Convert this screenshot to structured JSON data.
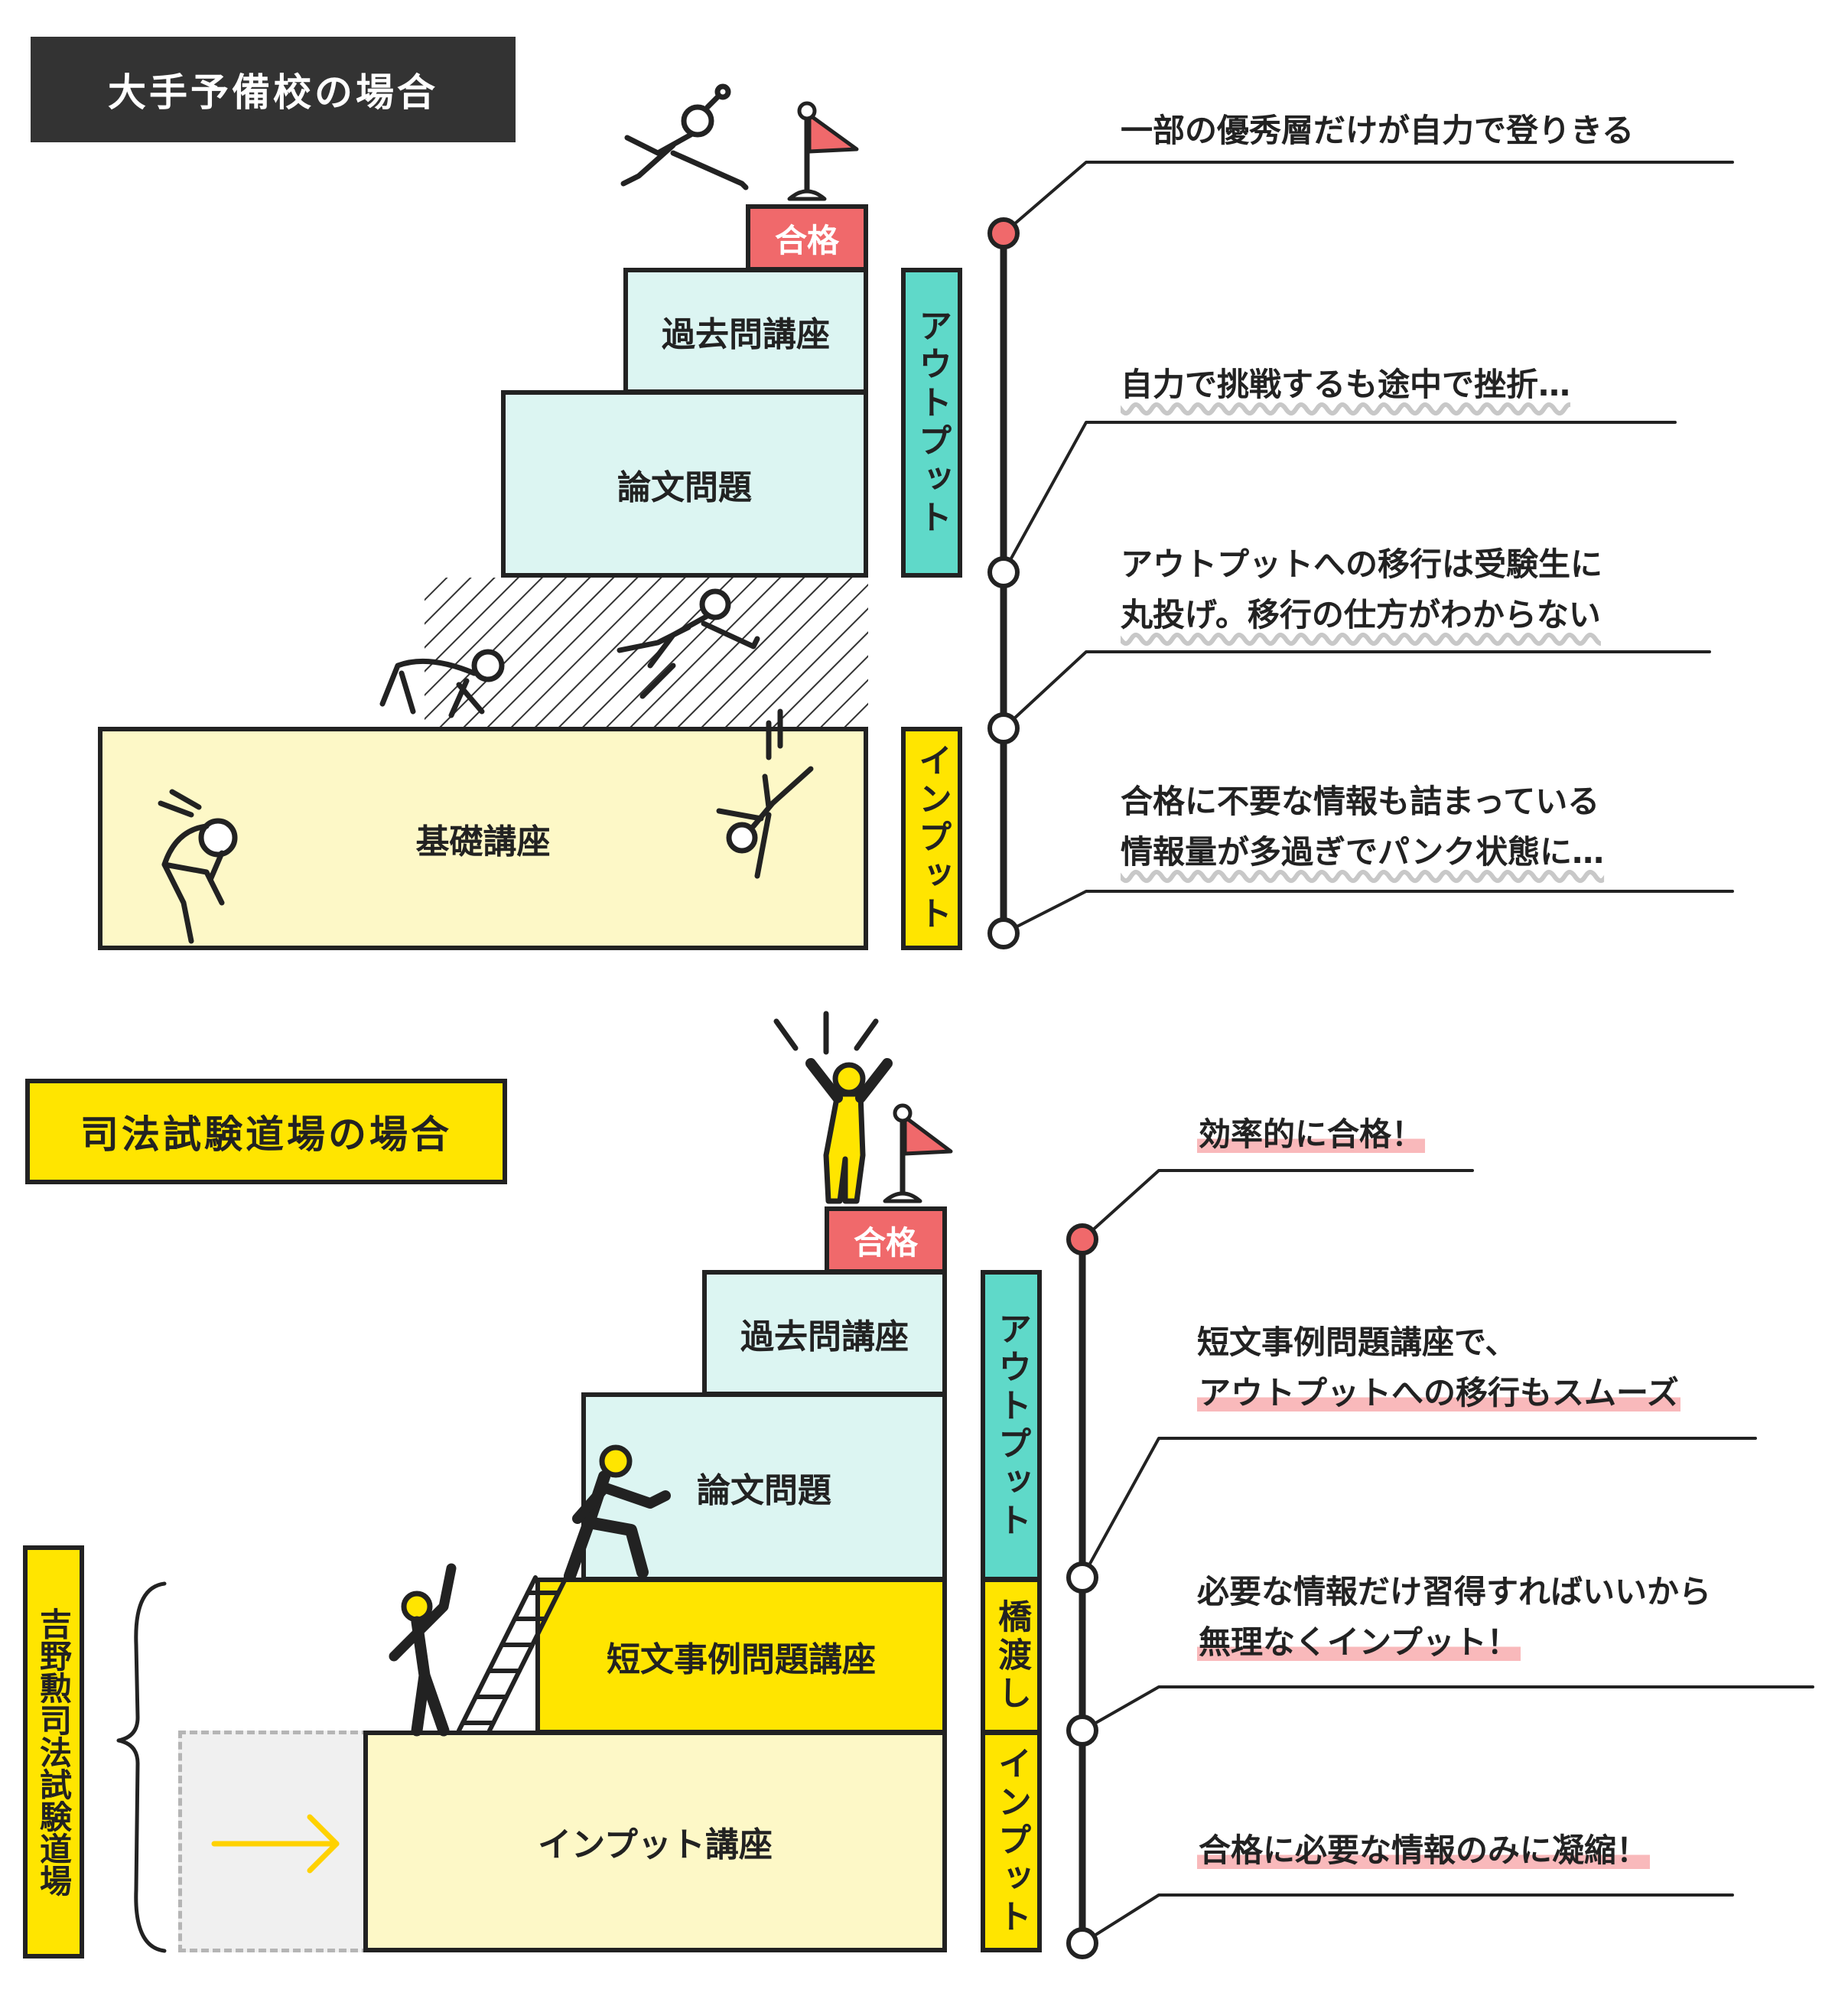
{
  "top": {
    "title": "大手予備校の場合",
    "pass_label": "合格",
    "steps": {
      "past": "過去問講座",
      "essay": "論文問題",
      "basic": "基礎講座"
    },
    "phase_output": "アウトプット",
    "phase_input": "インプット",
    "annotations": {
      "a1": "一部の優秀層だけが自力で登りきる",
      "a2": "自力で挑戦するも途中で挫折…",
      "a3_line1": "アウトプットへの移行は受験生に",
      "a3_line2": "丸投げ。移行の仕方がわからない",
      "a4_line1": "合格に不要な情報も詰まっている",
      "a4_line2": "情報量が多過ぎでパンク状態に…"
    }
  },
  "bottom": {
    "title": "司法試験道場の場合",
    "side_label": "吉野勲司法試験道場",
    "pass_label": "合格",
    "steps": {
      "past": "過去問講座",
      "essay": "論文問題",
      "bridge": "短文事例問題講座",
      "input": "インプット講座"
    },
    "phase_output": "アウトプット",
    "phase_bridge": "橋渡し",
    "phase_input": "インプット",
    "annotations": {
      "b1": "効率的に合格！",
      "b2_line1": "短文事例問題講座で、",
      "b2_line2": "アウトプットへの移行もスムーズ",
      "b3_line1": "必要な情報だけ習得すればいいから",
      "b3_line2": "無理なくインプット！",
      "b4": "合格に必要な情報のみに凝縮！"
    }
  },
  "colors": {
    "pass_red": "#f0696b",
    "mint": "#dcf5f2",
    "mint_label": "#5fd9c9",
    "yellow": "#ffe500",
    "cream": "#fdf8c7",
    "highlight_pink": "#f9b9bb"
  }
}
